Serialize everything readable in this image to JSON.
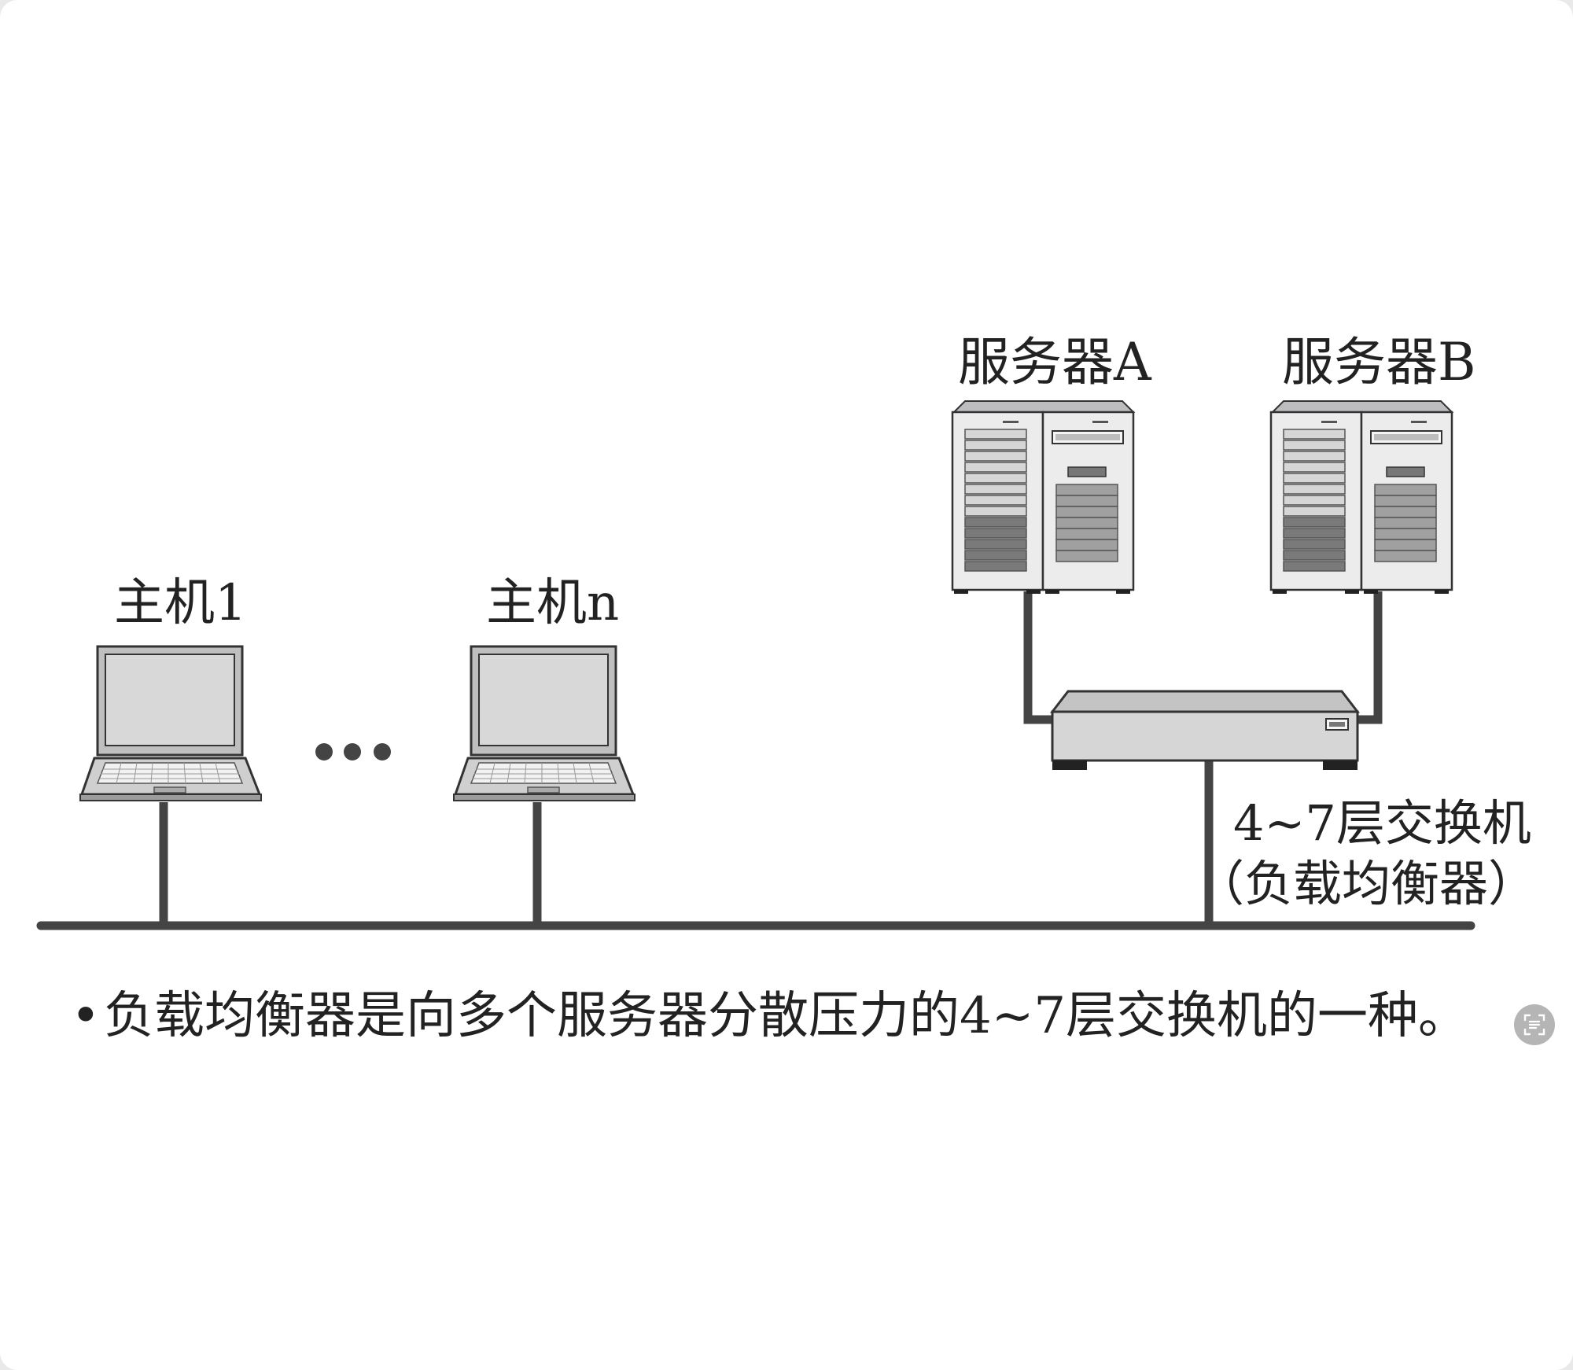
{
  "hosts": [
    {
      "label": "主机1"
    },
    {
      "label": "主机n"
    }
  ],
  "ellipsis": "•••",
  "servers": [
    {
      "label": "服务器A"
    },
    {
      "label": "服务器B"
    }
  ],
  "switch": {
    "line1": "4~7层交换机",
    "line2": "（负载均衡器）"
  },
  "caption": {
    "bullet": "•",
    "text": "负载均衡器是向多个服务器分散压力的4~7层交换机的一种。"
  },
  "icons": {
    "laptop": "laptop-icon",
    "server": "server-icon",
    "switch": "switch-icon",
    "text_recognition": "text-recognition-icon"
  },
  "colors": {
    "line": "#444444",
    "device_body": "#d2d2d2",
    "device_outline": "#333333",
    "background": "#ffffff"
  }
}
